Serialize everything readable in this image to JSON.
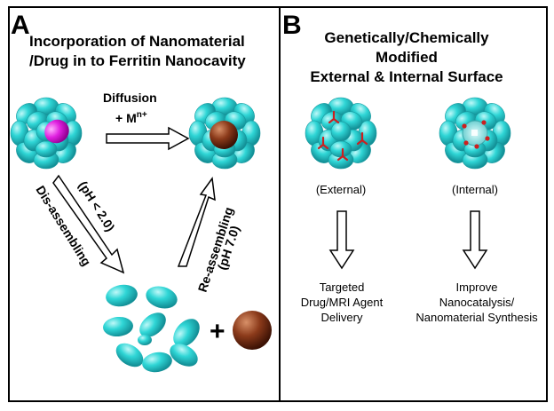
{
  "panel_a": {
    "letter": "A",
    "title_line1": "Incorporation of Nanomaterial",
    "title_line2": "/Drug in to Ferritin Nanocavity",
    "diffusion": "Diffusion",
    "metal_base": "+ M",
    "metal_sup": "n+",
    "disassembling": "Dis-assembling",
    "ph_low": "(pH < 2.0)",
    "reassembling": "Re-assembling",
    "ph_neutral": "(pH 7.0)",
    "plus": "+"
  },
  "panel_b": {
    "letter": "B",
    "title_line1": "Genetically/Chemically",
    "title_line2": "Modified",
    "title_line3": "External & Internal Surface",
    "external": "(External)",
    "internal": "(Internal)",
    "left_outcome": [
      "Targeted",
      "Drug/MRI Agent",
      "Delivery"
    ],
    "right_outcome": [
      "Improve",
      "Nanocatalysis/",
      "Nanomaterial Synthesis"
    ]
  },
  "colors": {
    "protein": "#2fd6d6",
    "cargo_magenta": "#e020e0",
    "nanoparticle": "#8b3a1a",
    "mark": "#cc2020"
  }
}
